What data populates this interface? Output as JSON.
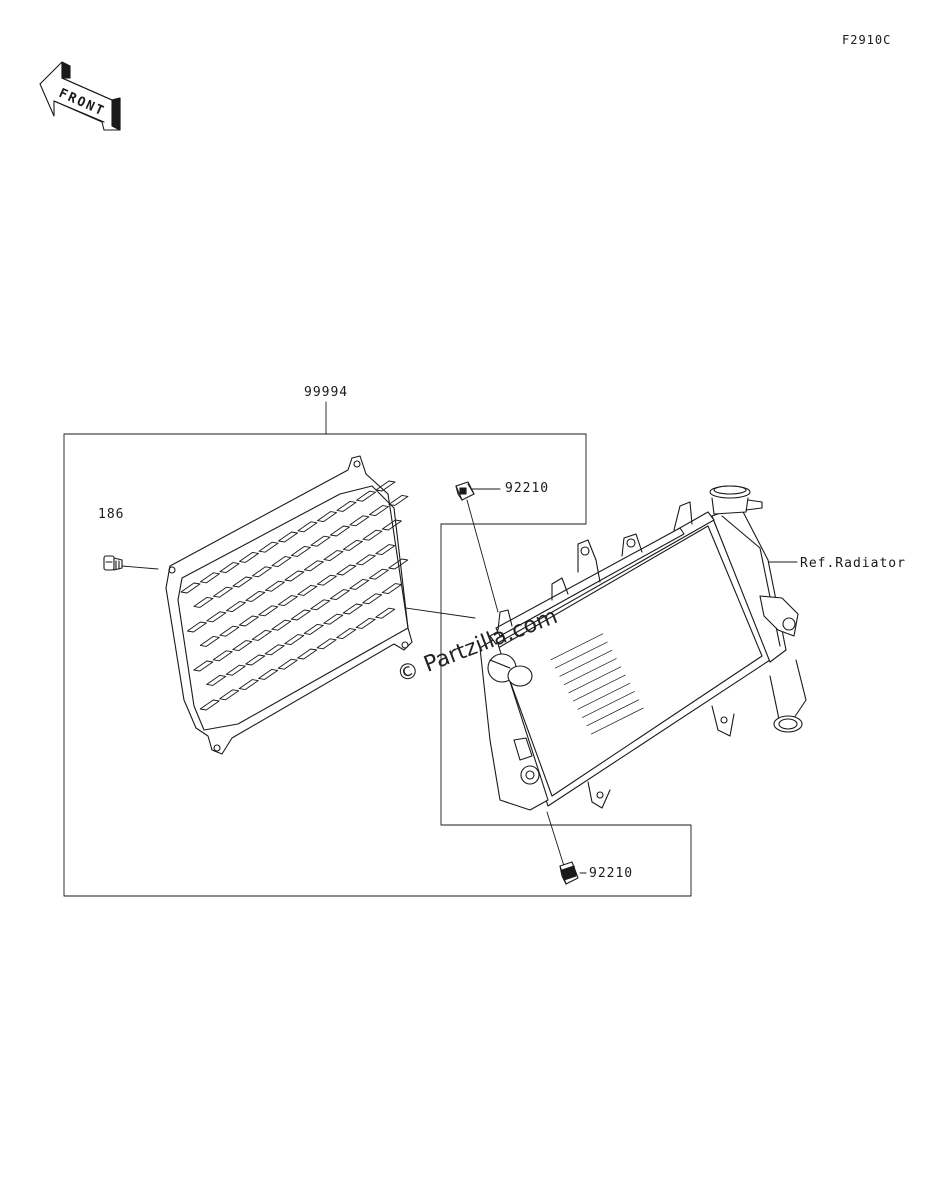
{
  "header": {
    "diagram_code": "F2910C",
    "front_arrow_label": "FRONT"
  },
  "parts": {
    "kit": {
      "number": "99994"
    },
    "bolt": {
      "number": "186"
    },
    "nut_top": {
      "number": "92210"
    },
    "nut_bottom": {
      "number": "92210"
    },
    "radiator_ref": {
      "label": "Ref.Radiator"
    }
  },
  "watermark": {
    "text": "© Partzilla.com"
  },
  "colors": {
    "line": "#1a1a1a",
    "background": "#ffffff"
  }
}
